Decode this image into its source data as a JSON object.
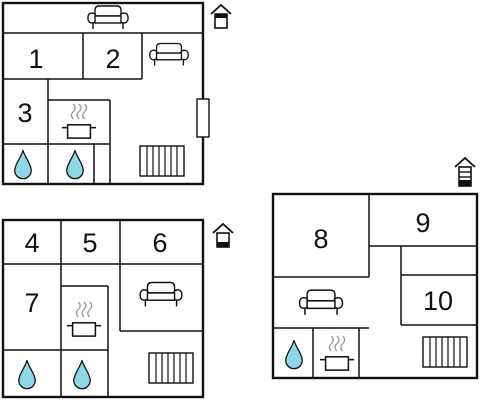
{
  "floors": [
    {
      "name": "floor-top-left",
      "level": "upper",
      "rooms": [
        {
          "id": "room-1",
          "label": "1"
        },
        {
          "id": "room-2",
          "label": "2"
        },
        {
          "id": "room-3",
          "label": "3"
        }
      ],
      "icons": [
        "sofa-icon",
        "sofa-icon",
        "cooktop-icon",
        "water-drop-icon",
        "water-drop-icon",
        "radiator-icon",
        "door-icon",
        "floor-level-icon"
      ]
    },
    {
      "name": "floor-bottom-left",
      "level": "ground",
      "rooms": [
        {
          "id": "room-4",
          "label": "4"
        },
        {
          "id": "room-5",
          "label": "5"
        },
        {
          "id": "room-6",
          "label": "6"
        },
        {
          "id": "room-7",
          "label": "7"
        }
      ],
      "icons": [
        "sofa-icon",
        "cooktop-icon",
        "water-drop-icon",
        "water-drop-icon",
        "radiator-icon",
        "floor-level-icon"
      ]
    },
    {
      "name": "floor-right",
      "level": "ground",
      "rooms": [
        {
          "id": "room-8",
          "label": "8"
        },
        {
          "id": "room-9",
          "label": "9"
        },
        {
          "id": "room-10",
          "label": "10"
        }
      ],
      "icons": [
        "sofa-icon",
        "cooktop-icon",
        "water-drop-icon",
        "radiator-icon",
        "floor-level-icon"
      ]
    }
  ],
  "colors": {
    "wall": "#111111",
    "water": "#8fd6e6"
  }
}
